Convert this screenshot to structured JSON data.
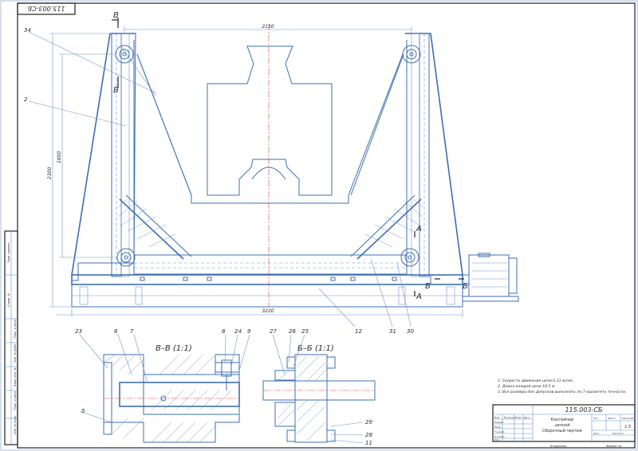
{
  "stamp_code": "115.003-СБ",
  "dimensions": {
    "top_width": "2150",
    "bottom_width": "3220",
    "height_total": "2300",
    "height_inner": "1600"
  },
  "callouts": [
    "34",
    "2",
    "12",
    "31",
    "30",
    "23",
    "6",
    "7",
    "8",
    "24",
    "9",
    "5",
    "27",
    "26",
    "25",
    "29",
    "28",
    "11"
  ],
  "section_markers": {
    "v": "В",
    "a": "А",
    "b": "Б"
  },
  "section_titles": {
    "vv": "В–В (1:1)",
    "bb": "Б–Б (1:1)"
  },
  "notes": [
    "1. Скорость движения цепи 0,13 м/сек.",
    "2. Длина каждой цепи 10,5 м.",
    "3. Все размеры без допусков выполнять по 7 квалитету точности."
  ],
  "title_block": {
    "code": "115.003-СБ",
    "name_line1": "Контейнер",
    "name_line2": "цепной",
    "name_line3": "Сборочный чертеж",
    "scale": "1:5",
    "cells": [
      "Изм",
      "Лист",
      "№ докум.",
      "Подп.",
      "Дата",
      "Разраб.",
      "Пров.",
      "Т.контр.",
      "Н.контр.",
      "Утв.",
      "Лит.",
      "Масса",
      "Масштаб",
      "Лист",
      "Листов 1"
    ],
    "copied": "Копировал",
    "format": "Формат А1"
  },
  "side_stamp": [
    "Перв. примен.",
    "Справ. №",
    "Подп. и дата",
    "Инв. № дубл.",
    "Взам. инв. №",
    "Подп. и дата",
    "Инв. № подл."
  ]
}
